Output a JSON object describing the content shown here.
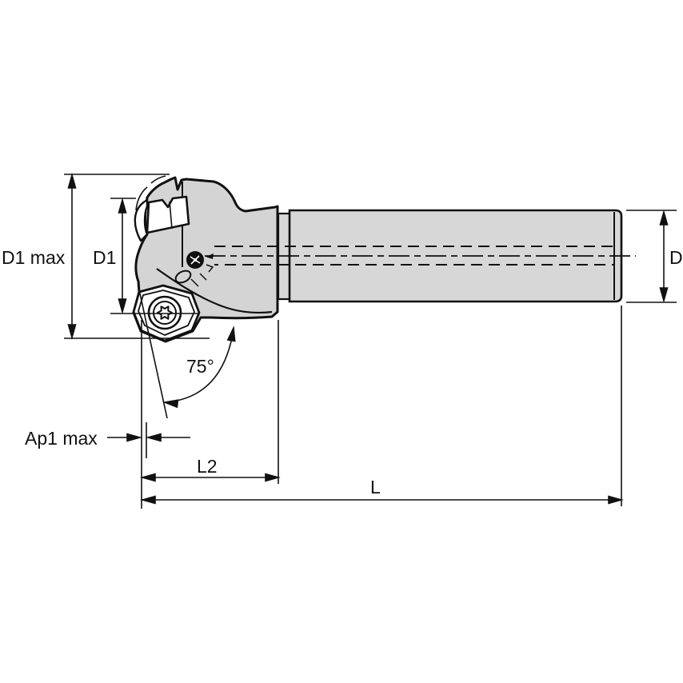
{
  "diagram": {
    "type": "technical-drawing",
    "subject": "indexable shoulder/face milling cutter, side view with dimension callouts",
    "labels": {
      "d1_max": "D1 max",
      "d1": "D1",
      "d": "D",
      "lead_angle": "75°",
      "ap1_max": "Ap1 max",
      "l2": "L2",
      "l": "L"
    },
    "colors": {
      "background": "#ffffff",
      "line": "#111111",
      "body_fill": "#d4d4d4",
      "shank_fill": "#d7d7d7",
      "insert_fill": "#ffffff"
    }
  }
}
